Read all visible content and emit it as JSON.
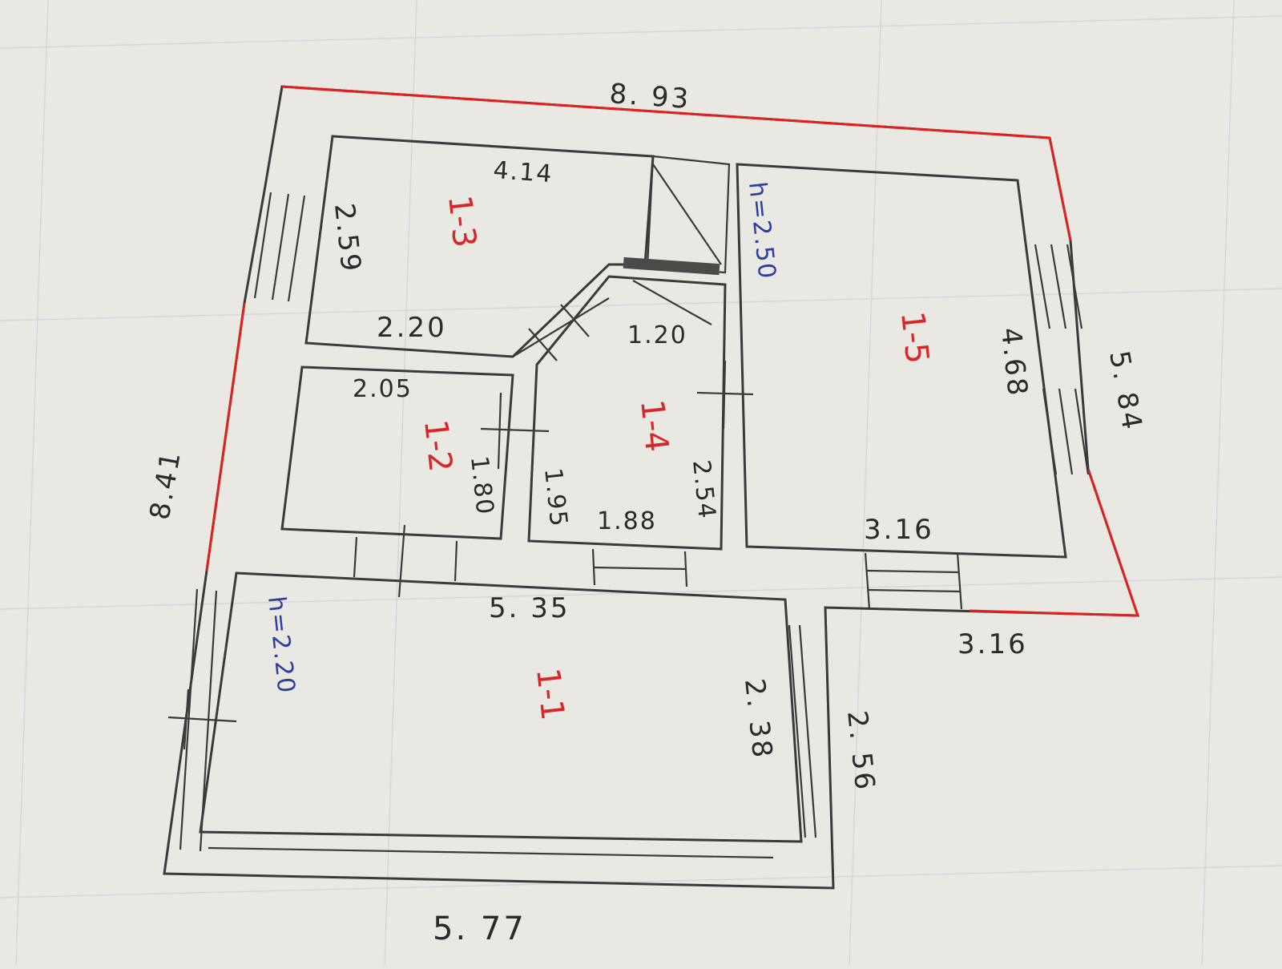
{
  "outer_dims": {
    "top": "8. 93",
    "left": "8.41",
    "right": "5. 84",
    "bottom": "5. 77",
    "step_bottom": "3.16",
    "step_right": "2. 56"
  },
  "rooms": [
    {
      "id": "1-1",
      "label": "1-1",
      "dims": [
        "5. 35",
        "2. 38"
      ]
    },
    {
      "id": "1-2",
      "label": "1-2",
      "dims": [
        "2.05",
        "1.80"
      ]
    },
    {
      "id": "1-3",
      "label": "1-3",
      "dims": [
        "4.14",
        "2.59",
        "2.20"
      ]
    },
    {
      "id": "1-4",
      "label": "1-4",
      "dims": [
        "1.20",
        "1.95",
        "1.88",
        "2.54"
      ]
    },
    {
      "id": "1-5",
      "label": "1-5",
      "dims": [
        "4.68",
        "3.16"
      ]
    }
  ],
  "heights": {
    "upper": "h=2.50",
    "lower": "h=2.20"
  },
  "colors": {
    "paper": "#e9e8e3",
    "ink": "#3a3a3a",
    "red": "#e0211f",
    "blue": "#2c3f9e"
  }
}
